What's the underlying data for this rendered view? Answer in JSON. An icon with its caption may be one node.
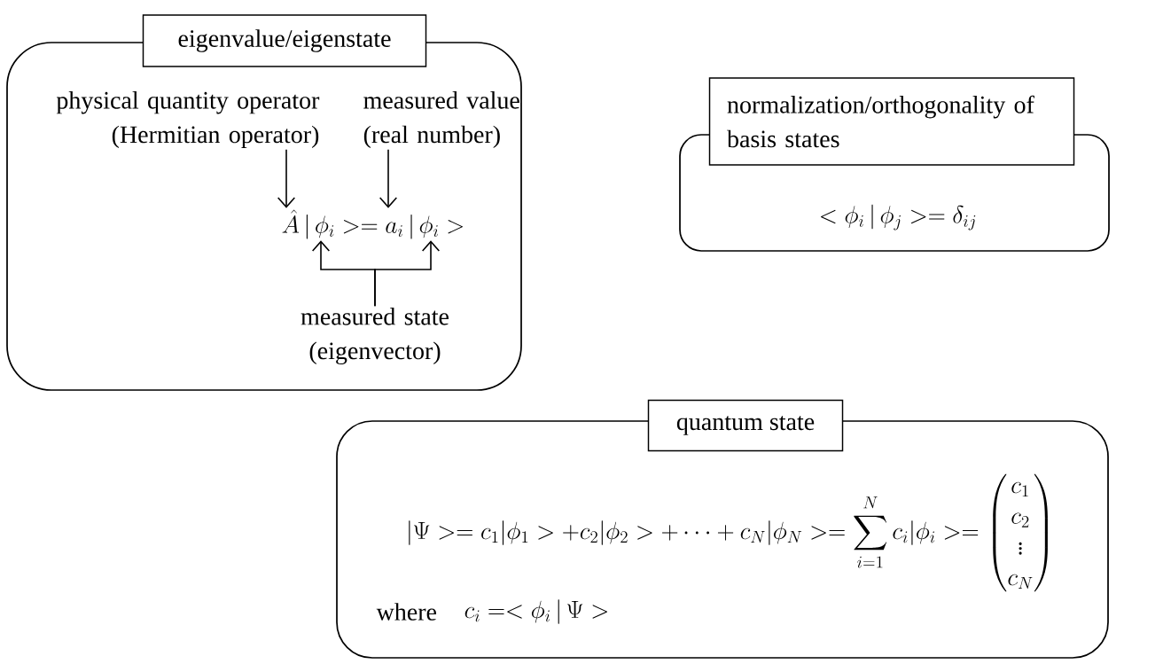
{
  "diagram": {
    "nodes": [
      {
        "text": [
          "eigenvalue/eigenstate"
        ]
      },
      {
        "text": [
          "physical quantity operator (Hermitian operator)"
        ],
        "in": 0
      },
      {
        "text": [
          "measured value (real number)"
        ],
        "in": 0
      },
      {
        "text": [
          "\\hat{A}\\,|\\,\\phi_i \\mathrel{>}= a_i\\,|\\,\\phi_i >"
        ],
        "in": 0
      },
      {
        "text": [
          "measured state (eigenvector)"
        ],
        "in": 0
      },
      {
        "text": [
          "normalization/orthogonality of basis states",
          "<\\phi_i\\,|\\,\\phi_j \\mathrel{>}= \\delta_{ij}"
        ]
      },
      {
        "text": [
          "quantum state",
          "|\\Psi \\mathrel{>}= c_1|\\phi_1 > +c_2|\\phi_2 > + \\cdots + c_N|\\phi_N \\mathrel{>}= \\sum_{i=1}^{N} c_i|\\phi_i > = \\begin{pmatrix} c_1 \\\\ c_2 \\\\ \\vdots \\\\ c_N \\end{pmatrix}",
          "where",
          "c_i \\mathrel{=}< \\phi_i\\,|\\,\\Psi >"
        ]
      }
    ],
    "edges": [
      {
        "from": 1,
        "to": 3,
        "arrow": "to"
      },
      {
        "from": 2,
        "to": 3,
        "arrow": "to"
      },
      {
        "from": 4,
        "to": 3,
        "arrow": "to"
      },
      {
        "from": 4,
        "to": 3,
        "arrow": "to"
      }
    ]
  }
}
